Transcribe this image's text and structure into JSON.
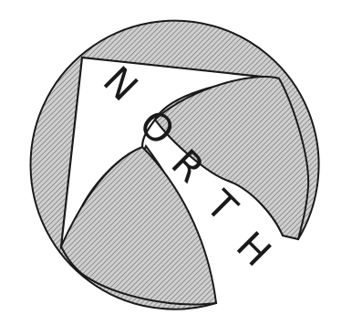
{
  "logo": {
    "wordmark": "NORTH",
    "letters": [
      "N",
      "O",
      "R",
      "T",
      "H"
    ],
    "colors": {
      "background": "#ffffff",
      "outline": "#1a1a1a",
      "hatch_fill": "#b8b8b8",
      "hatch_line": "#6e6e6e",
      "letters": "#1a1a1a"
    }
  }
}
